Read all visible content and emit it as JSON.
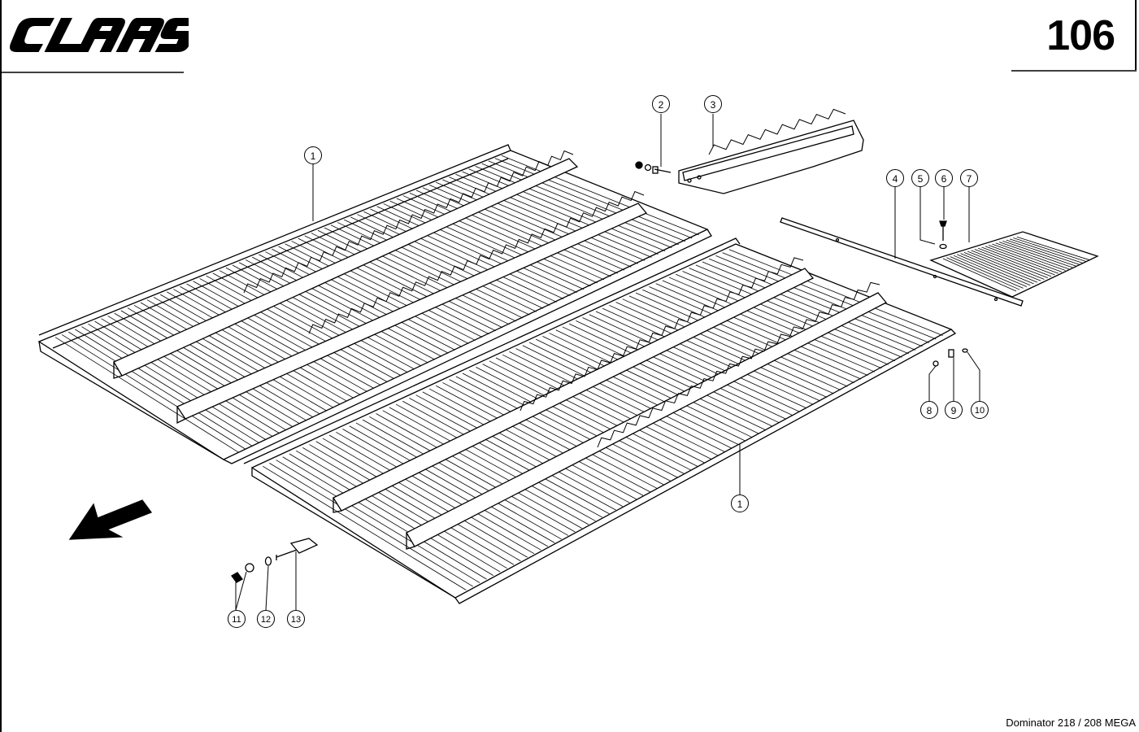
{
  "header": {
    "brand": "CLAAS",
    "page_number": "106"
  },
  "footer": {
    "model": "Dominator 218 / 208 MEGA"
  },
  "callouts": [
    "1",
    "1",
    "2",
    "3",
    "4",
    "5",
    "6",
    "7",
    "8",
    "9",
    "10",
    "11",
    "12",
    "13"
  ],
  "icons": {
    "direction_arrow": "direction-arrow-icon"
  }
}
